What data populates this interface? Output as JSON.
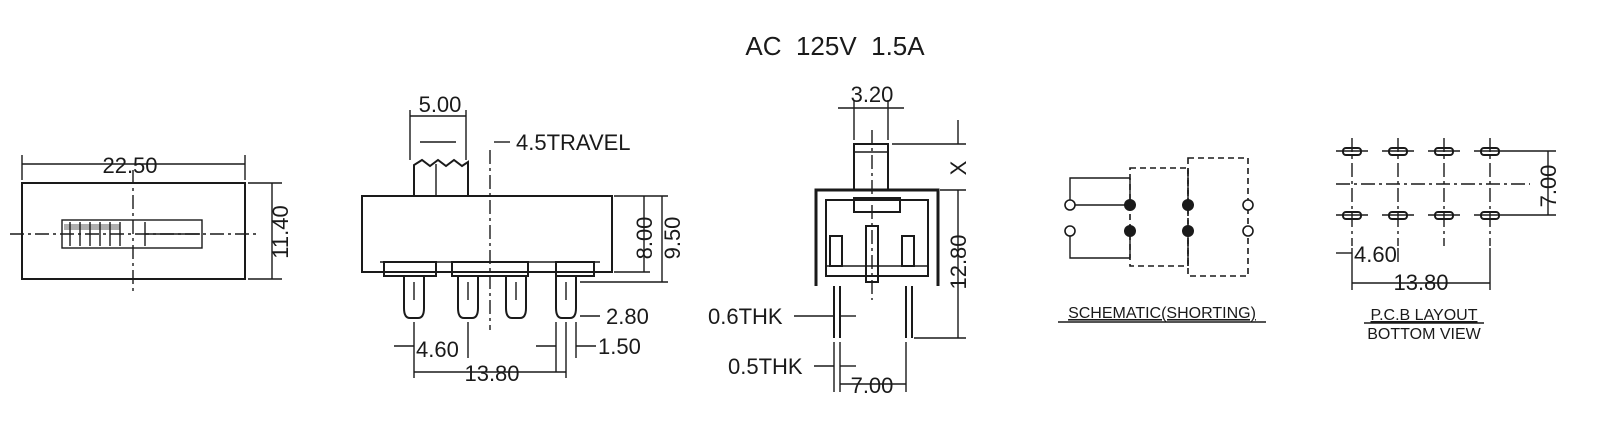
{
  "title": "AC  125V  1.5A",
  "top_view": {
    "width": "22.50",
    "height": "11.40"
  },
  "front_view": {
    "knob_width": "5.00",
    "travel": "4.5TRAVEL",
    "body_height": "8.00",
    "total_height": "9.50",
    "pin_width": "2.80",
    "pin_gap": "1.50",
    "pitch": "4.60",
    "span": "13.80"
  },
  "side_view": {
    "knob_width": "3.20",
    "x_label": "X",
    "height": "12.80",
    "pin_thk": "0.6THK",
    "terminal_thk": "0.5THK",
    "pin_spacing": "7.00"
  },
  "schematic": {
    "caption": "SCHEMATIC(SHORTING)"
  },
  "pcb_layout": {
    "row_spacing": "7.00",
    "pitch": "4.60",
    "span": "13.80",
    "caption_line1": "P.C.B LAYOUT",
    "caption_line2": "BOTTOM VIEW"
  }
}
